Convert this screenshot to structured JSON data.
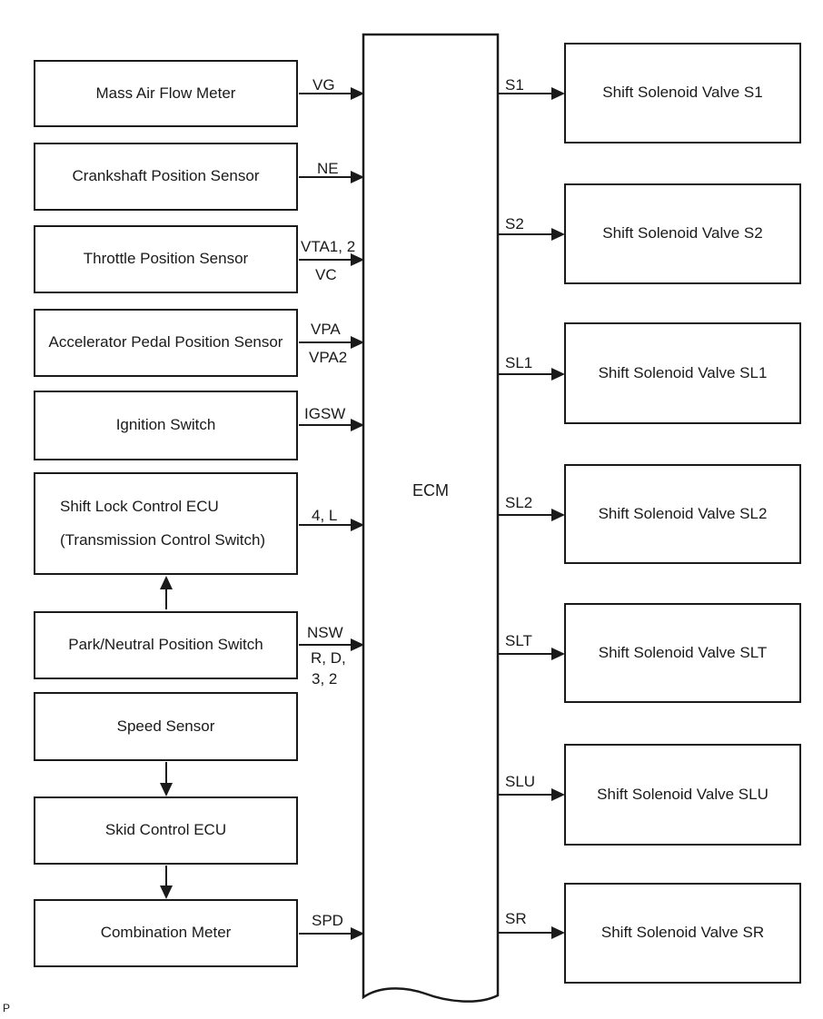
{
  "diagram_type": "block-diagram",
  "colors": {
    "line": "#1a1a1a",
    "background": "#ffffff"
  },
  "ecm": {
    "label": "ECM"
  },
  "corner_text": "P",
  "inputs": [
    {
      "label": "Mass Air Flow Meter",
      "signal": "VG"
    },
    {
      "label": "Crankshaft Position Sensor",
      "signal": "NE"
    },
    {
      "label": "Throttle Position Sensor",
      "signal": "VTA1, 2",
      "signal2": "VC"
    },
    {
      "label": "Accelerator Pedal Position Sensor",
      "signal": "VPA",
      "signal2": "VPA2"
    },
    {
      "label": "Ignition Switch",
      "signal": "IGSW"
    },
    {
      "label": "Shift Lock Control ECU",
      "label2": "(Transmission Control Switch)",
      "signal": "4, L"
    },
    {
      "label": "Park/Neutral Position Switch",
      "signal": "NSW",
      "signal2": "R, D,",
      "signal3": "3, 2"
    },
    {
      "label": "Speed Sensor"
    },
    {
      "label": "Skid Control ECU"
    },
    {
      "label": "Combination Meter",
      "signal": "SPD"
    }
  ],
  "outputs": [
    {
      "signal": "S1",
      "label": "Shift Solenoid Valve S1"
    },
    {
      "signal": "S2",
      "label": "Shift Solenoid Valve S2"
    },
    {
      "signal": "SL1",
      "label": "Shift Solenoid Valve SL1"
    },
    {
      "signal": "SL2",
      "label": "Shift Solenoid Valve SL2"
    },
    {
      "signal": "SLT",
      "label": "Shift Solenoid Valve SLT"
    },
    {
      "signal": "SLU",
      "label": "Shift Solenoid Valve SLU"
    },
    {
      "signal": "SR",
      "label": "Shift Solenoid Valve SR"
    }
  ],
  "internal_links": [
    {
      "from": "Park/Neutral Position Switch",
      "to": "Shift Lock Control ECU"
    },
    {
      "from": "Speed Sensor",
      "to": "Skid Control ECU"
    },
    {
      "from": "Skid Control ECU",
      "to": "Combination Meter"
    }
  ]
}
